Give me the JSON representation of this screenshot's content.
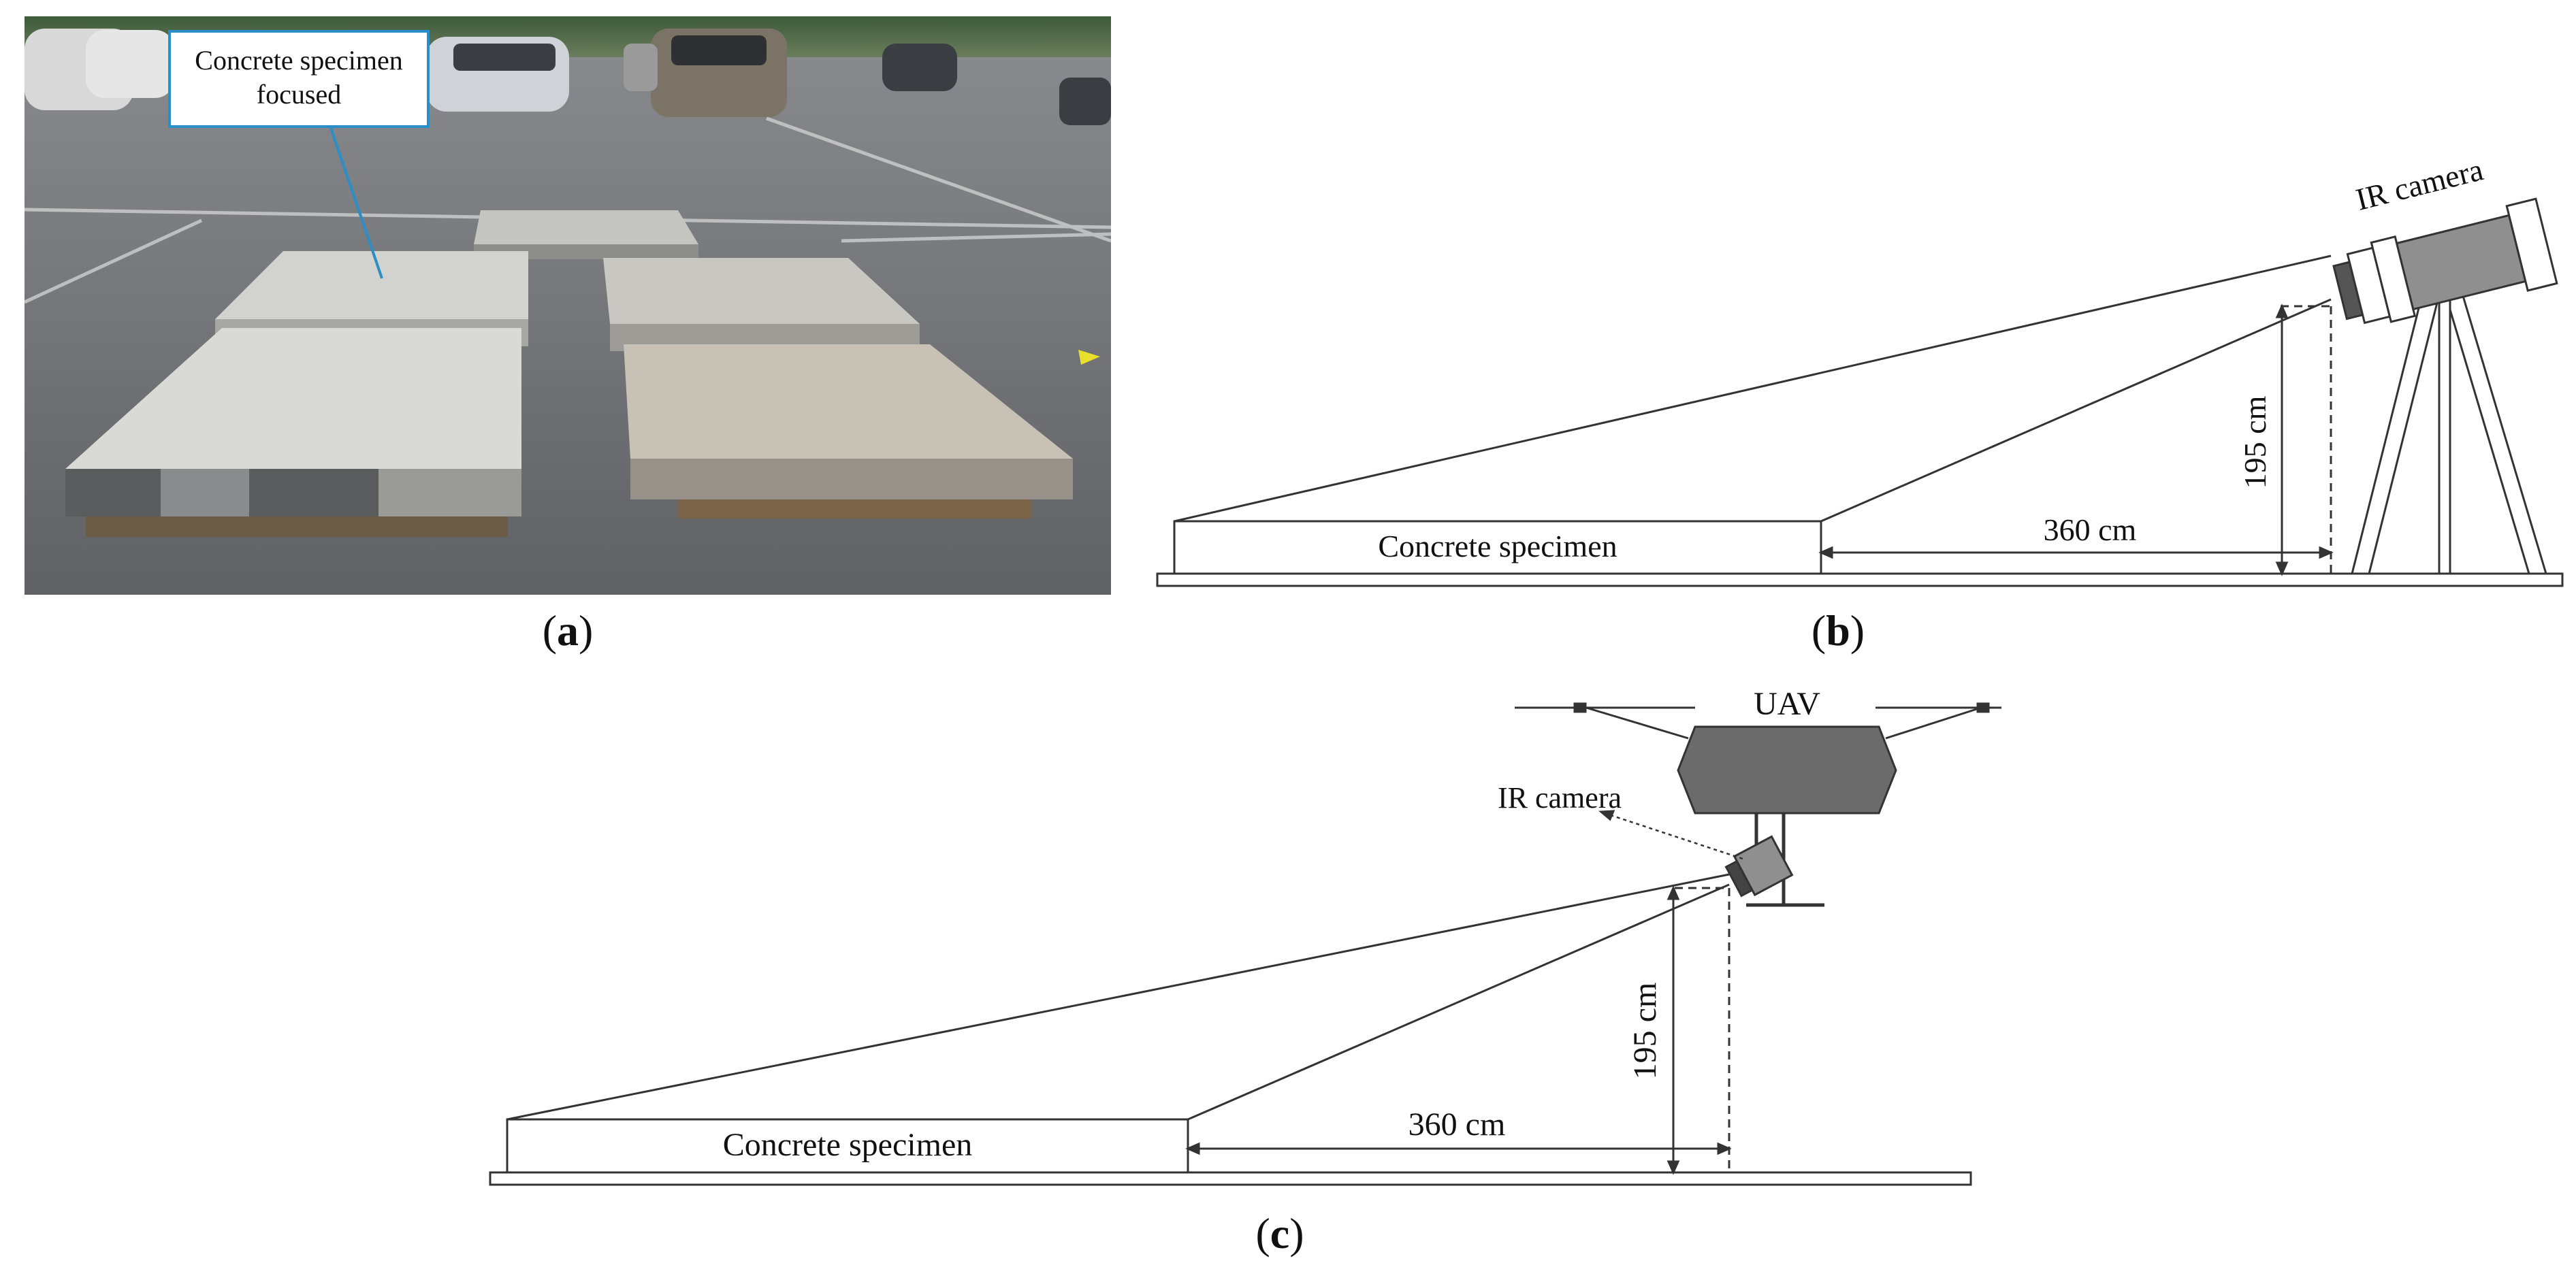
{
  "panel_a": {
    "callout_text_line1": "Concrete specimen",
    "callout_text_line2": "focused",
    "caption_open": "(",
    "caption_letter": "a",
    "caption_close": ")"
  },
  "panel_b": {
    "camera_label": "IR camera",
    "specimen_label": "Concrete specimen",
    "horizontal_distance": "360 cm",
    "vertical_height": "195 cm",
    "caption_open": "(",
    "caption_letter": "b",
    "caption_close": ")"
  },
  "panel_c": {
    "uav_label": "UAV",
    "camera_label": "IR camera",
    "specimen_label": "Concrete specimen",
    "horizontal_distance": "360 cm",
    "vertical_height": "195 cm",
    "caption_open": "(",
    "caption_letter": "c",
    "caption_close": ")"
  },
  "colors": {
    "line": "#333333",
    "camera_body": "#8f8f8f",
    "uav_body": "#6b6b6b",
    "asphalt": "#6e7074",
    "concrete": "#c9c9c6"
  }
}
